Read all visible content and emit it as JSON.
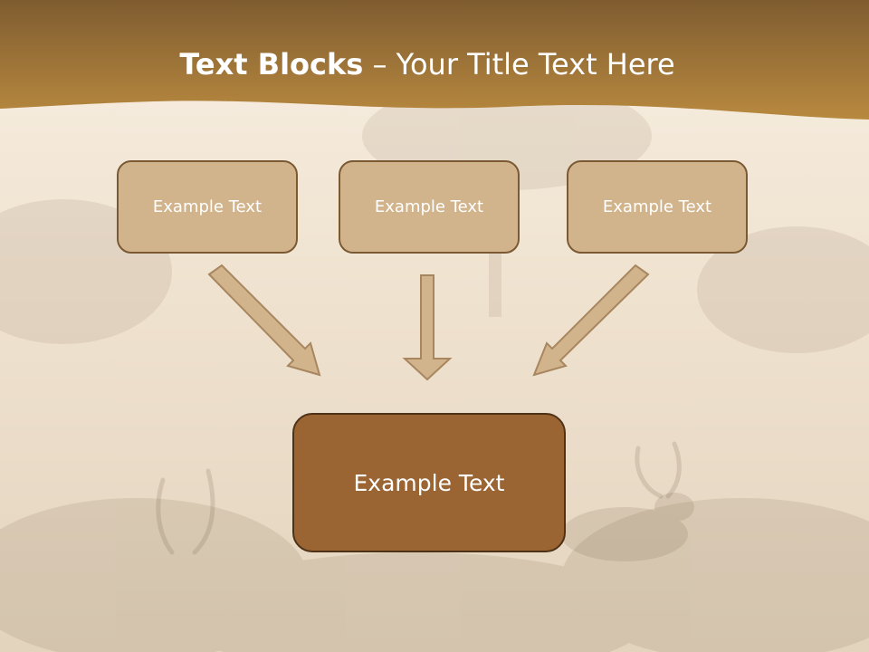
{
  "title": {
    "bold": "Text Blocks",
    "rest": " – Your Title Text Here"
  },
  "top_boxes": [
    {
      "label": "Example Text"
    },
    {
      "label": "Example Text"
    },
    {
      "label": "Example Text"
    }
  ],
  "center_box": {
    "label": "Example Text"
  },
  "colors": {
    "header_band": "#a57a3e",
    "small_box_fill": "#d2b48c",
    "small_box_border": "#7b5a33",
    "center_box_fill": "#9a6433",
    "arrow_fill": "#d2b48c",
    "arrow_stroke": "#a88660"
  }
}
